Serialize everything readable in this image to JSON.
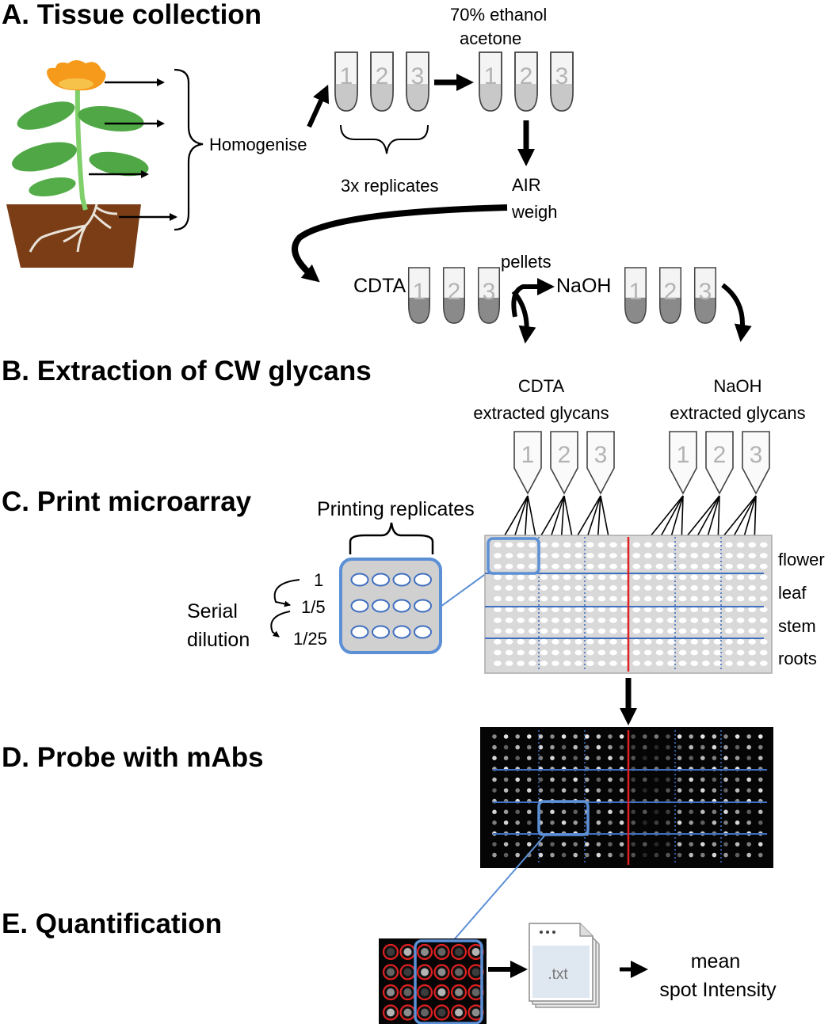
{
  "sections": {
    "a": "A. Tissue collection",
    "b": "B. Extraction of CW glycans",
    "c": "C. Print microarray",
    "d": "D. Probe with mAbs",
    "e": "E. Quantification"
  },
  "collection": {
    "homogenise": "Homogenise",
    "replicates": "3x replicates",
    "wash_line1": "70% ethanol",
    "wash_line2": "acetone",
    "air": "AIR",
    "weigh": "weigh",
    "tube_numbers": [
      "1",
      "2",
      "3"
    ]
  },
  "extraction": {
    "cdta": "CDTA",
    "pellets": "pellets",
    "naoh": "NaOH",
    "cdta_out_line1": "CDTA",
    "cdta_out_line2": "extracted glycans",
    "naoh_out_line1": "NaOH",
    "naoh_out_line2": "extracted glycans"
  },
  "microarray": {
    "printing_replicates": "Printing replicates",
    "serial_line1": "Serial",
    "serial_line2": "dilution",
    "dilutions": [
      "1",
      "1/5",
      "1/25"
    ],
    "tissues": [
      "flower",
      "leaf",
      "stem",
      "roots"
    ]
  },
  "quantification": {
    "file_label": ".txt",
    "result_line1": "mean",
    "result_line2": "spot Intensity"
  },
  "colors": {
    "highlight": "#5b8fd6",
    "divider_red": "#e02020",
    "array_bg": "#d9d9d9",
    "flower": "#f59a1a",
    "leaf": "#4fa845",
    "soil": "#7a3d16"
  }
}
